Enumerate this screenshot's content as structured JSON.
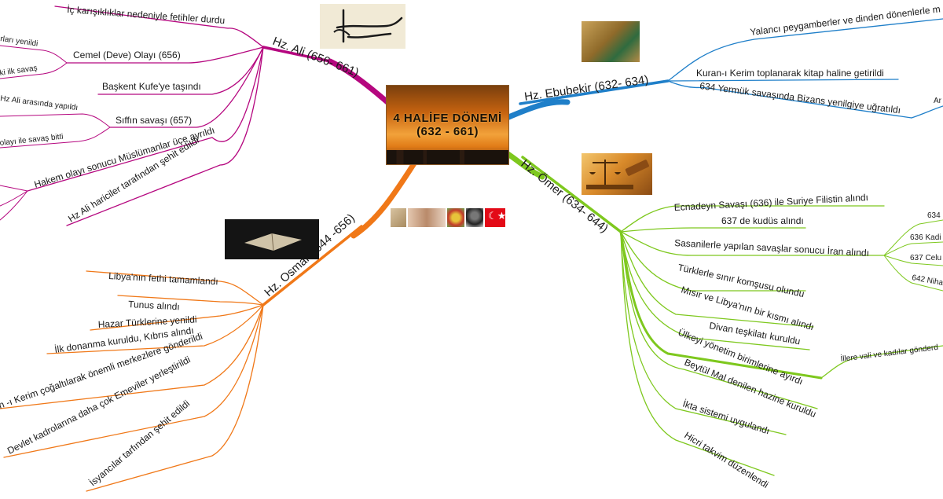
{
  "center": {
    "title_line1": "4 HALİFE DÖNEMİ",
    "title_line2": "(632 - 661)"
  },
  "colors": {
    "ali": "#b5077f",
    "ebubekir": "#1f7fc9",
    "omer": "#7ec81e",
    "osman": "#f07818"
  },
  "branches": {
    "ali": {
      "label": "Hz. Ali (656- 661)",
      "items": [
        "İç karışıklıklar nedeniyle fetihler durdu",
        "rları yenildi",
        "ki ilk savaş",
        "Cemel (Deve) Olayı (656)",
        "Başkent Kufe'ye taşındı",
        "Hz Ali arasında yapıldı",
        "Sıffın savaşı (657)",
        "olayı ile savaş bitti",
        "Hakem olayı sonucu Müslümanlar üçe ayrıldı",
        "Hz Ali hariciler tarafından şehit edildi"
      ]
    },
    "ebubekir": {
      "label": "Hz. Ebubekir (632- 634)",
      "items": [
        "Yalancı peygamberler ve dinden dönenlerle m",
        "Kuran-ı Kerim toplanarak kitap haline getirildi",
        "634 Yermük savaşında Bizans yenilgiye uğratıldı",
        "Ar"
      ]
    },
    "omer": {
      "label": "Hz. Ömer (634- 644)",
      "items": [
        "Ecnadeyn Savaşı (636) ile Suriye Filistin alındı",
        "637 de kudüs alındı",
        "Sasanilerle yapılan savaşlar sonucu İran alındı",
        "634",
        "636 Kadi",
        "637 Celu",
        "642 Niha",
        "Türklerle sınır komşusu olundu",
        "Mısır ve Libya'nın bir kısmı alındı",
        "Divan teşkilatı kuruldu",
        "Ülkeyi yönetim birimlerine ayırdı",
        "İllere vali ve kadılar gönderd",
        "Beytül Mal denilen hazine kuruldu",
        "İkta sistemi uygulandı",
        "Hicri takvim düzenlendi"
      ]
    },
    "osman": {
      "label": "Hz. Osman (644 -656)",
      "items": [
        "Libya'nın fethi tamamlandı",
        "Tunus alındı",
        "Hazar Türklerine yenildi",
        "İlk donanma kuruldu, Kıbrıs alındı",
        "n -ı Kerim çoğaltılarak önemli merkezlere gönderildi",
        "Devlet kadrolarına daha çok Emeviler yerleştirildi",
        "İsyancılar tarfından şehit edildi"
      ]
    }
  }
}
